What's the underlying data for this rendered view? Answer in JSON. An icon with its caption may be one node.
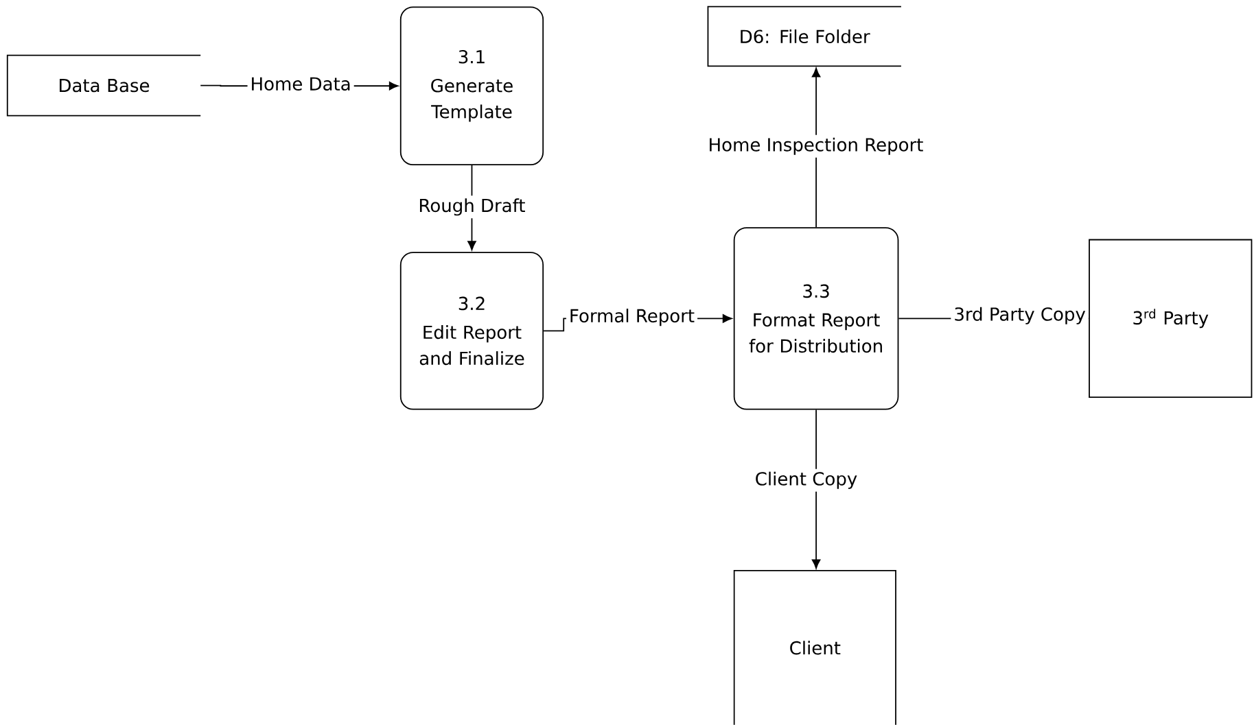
{
  "diagram": {
    "nodes": [
      {
        "text": [
          "Data Base"
        ]
      },
      {
        "text": [
          "3.1",
          "Generate Template"
        ]
      },
      {
        "text": [
          "3.2",
          "Edit Report and Finalize"
        ]
      },
      {
        "text": [
          "D6: File Folder"
        ]
      },
      {
        "text": [
          "3.3",
          "Format Report for Distribution"
        ]
      },
      {
        "text": [
          "3$^{rd}$ Party"
        ]
      },
      {
        "text": [
          "Client"
        ]
      }
    ],
    "edges": [
      {
        "from": 0,
        "to": 1,
        "arrow": "to",
        "label": "Home Data"
      },
      {
        "from": 1,
        "to": 2,
        "arrow": "to",
        "label": "Rough Draft"
      },
      {
        "from": 2,
        "to": 4,
        "arrow": "to",
        "label": "Formal Report"
      },
      {
        "from": 4,
        "to": 3,
        "arrow": "to",
        "label": "Home Inspection Report"
      },
      {
        "from": 4,
        "to": 5,
        "arrow": "none",
        "label": "3rd Party Copy"
      },
      {
        "from": 4,
        "to": 6,
        "arrow": "to",
        "label": "Client Copy"
      }
    ]
  }
}
